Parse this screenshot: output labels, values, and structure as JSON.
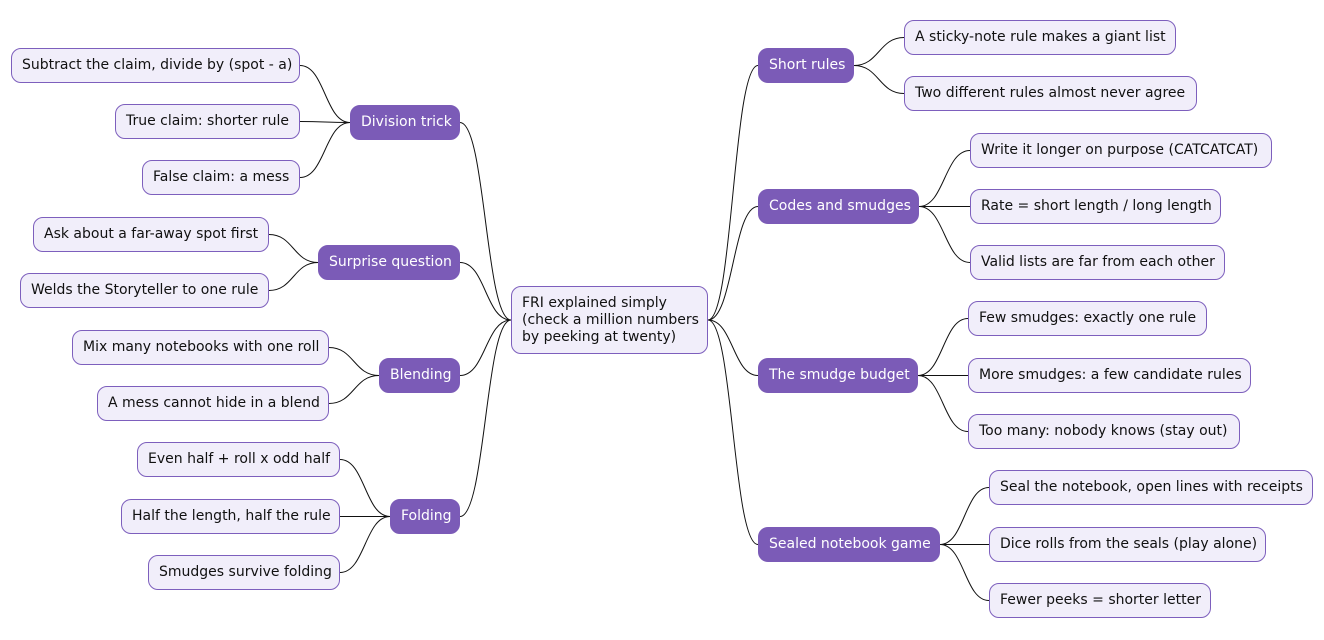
{
  "theme": {
    "branch_fill": "#7b5bb7",
    "leaf_fill": "#f1eefa",
    "border": "#7d5fbd",
    "line": "#111111"
  },
  "root": {
    "label": "FRI explained simply\n(check a million numbers\nby peeking at twenty)"
  },
  "left": [
    {
      "label": "Division trick",
      "children": [
        "Subtract the claim, divide by (spot - a)",
        "True claim: shorter rule",
        "False claim: a mess"
      ]
    },
    {
      "label": "Surprise question",
      "children": [
        "Ask about a far-away spot first",
        "Welds the Storyteller to one rule"
      ]
    },
    {
      "label": "Blending",
      "children": [
        "Mix many notebooks with one roll",
        "A mess cannot hide in a blend"
      ]
    },
    {
      "label": "Folding",
      "children": [
        "Even half + roll x odd half",
        "Half the length, half the rule",
        "Smudges survive folding"
      ]
    }
  ],
  "right": [
    {
      "label": "Short rules",
      "children": [
        "A sticky-note rule makes a giant list",
        "Two different rules almost never agree"
      ]
    },
    {
      "label": "Codes and smudges",
      "children": [
        "Write it longer on purpose (CATCATCAT)",
        "Rate = short length / long length",
        "Valid lists are far from each other"
      ]
    },
    {
      "label": "The smudge budget",
      "children": [
        "Few smudges: exactly one rule",
        "More smudges: a few candidate rules",
        "Too many: nobody knows (stay out)"
      ]
    },
    {
      "label": "Sealed notebook game",
      "children": [
        "Seal the notebook, open lines with receipts",
        "Dice rolls from the seals (play alone)",
        "Fewer peeks = shorter letter"
      ]
    }
  ]
}
